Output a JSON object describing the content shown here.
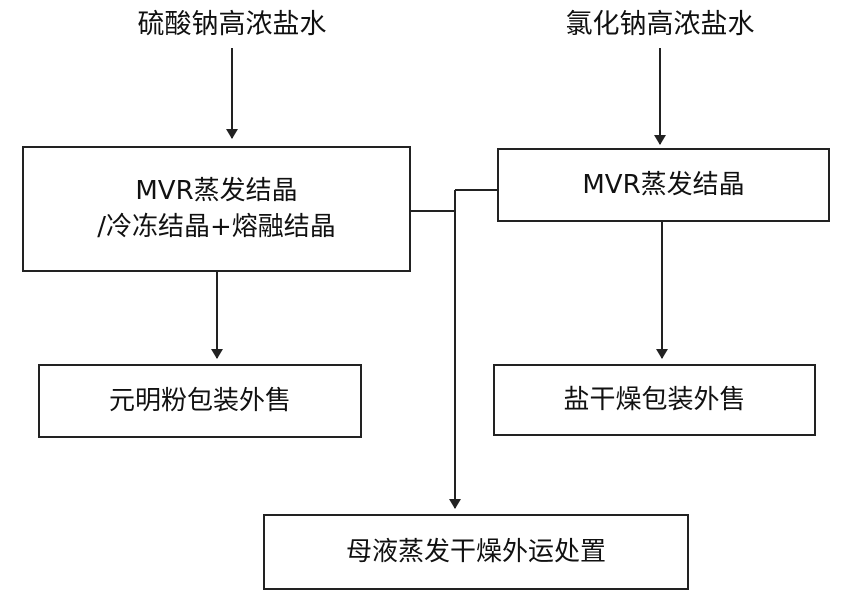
{
  "inputs": {
    "left": "硫酸钠高浓盐水",
    "right": "氯化钠高浓盐水"
  },
  "boxes": {
    "left_process": {
      "line1": "MVR蒸发结晶",
      "line2": "/冷冻结晶+熔融结晶"
    },
    "right_process": {
      "line1": "MVR蒸发结晶"
    },
    "left_product": {
      "line1": "元明粉包装外售"
    },
    "right_product": {
      "line1": "盐干燥包装外售"
    },
    "mother_liquor": {
      "line1": "母液蒸发干燥外运处置"
    }
  },
  "colors": {
    "stroke": "#222222",
    "background": "#ffffff"
  }
}
